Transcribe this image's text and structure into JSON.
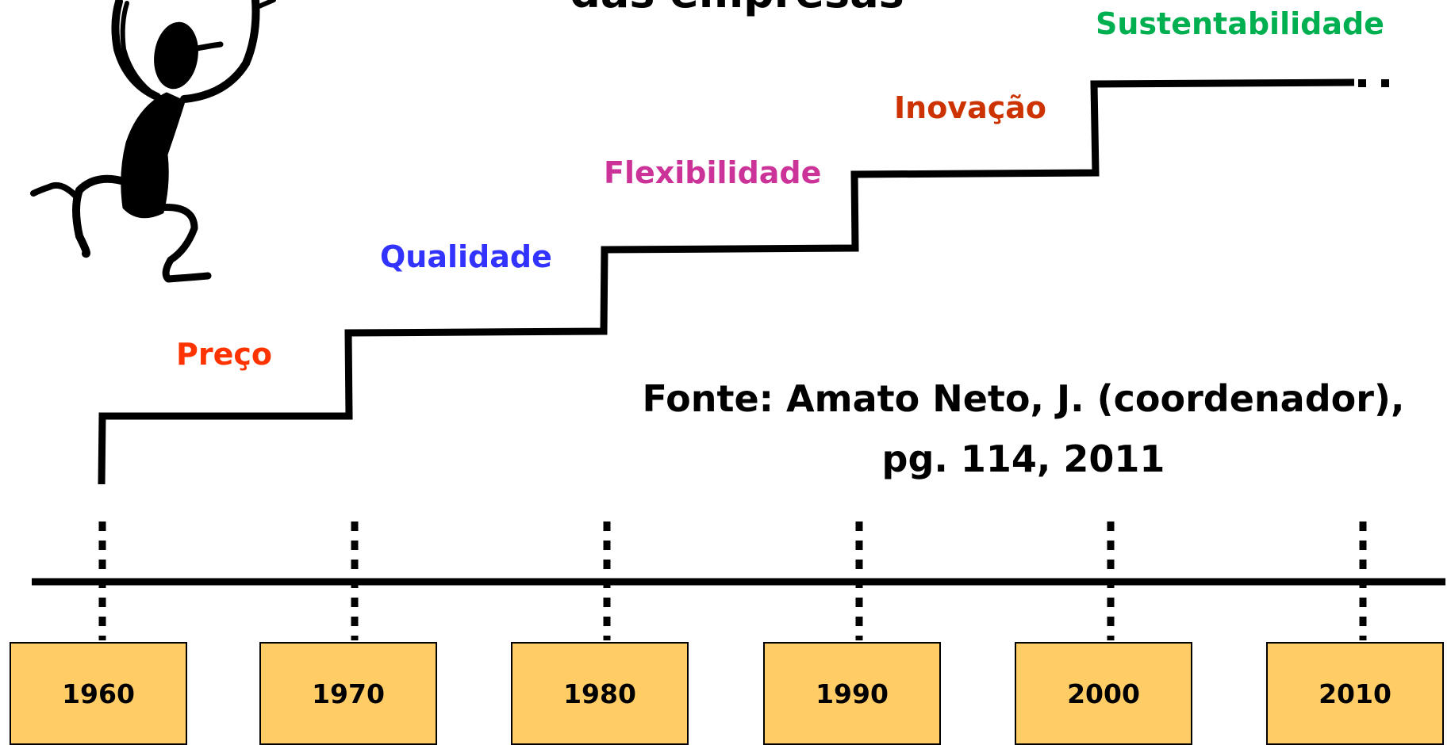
{
  "title_partial": "das empresas",
  "stair_labels": [
    {
      "text": "Preço",
      "color": "#FF3300"
    },
    {
      "text": "Qualidade",
      "color": "#3333FF"
    },
    {
      "text": "Flexibilidade",
      "color": "#CC3399"
    },
    {
      "text": "Inovação",
      "color": "#CC3300"
    },
    {
      "text": "Sustentabilidade",
      "color": "#00B050"
    }
  ],
  "source": {
    "line1": "Fonte: Amato Neto, J. (coordenador),",
    "line2": "pg. 114, 2011"
  },
  "years": [
    "1960",
    "1970",
    "1980",
    "1990",
    "2000",
    "2010"
  ],
  "box_color": "#FFCC66",
  "figure_icon": "climbing-figure-clipart"
}
